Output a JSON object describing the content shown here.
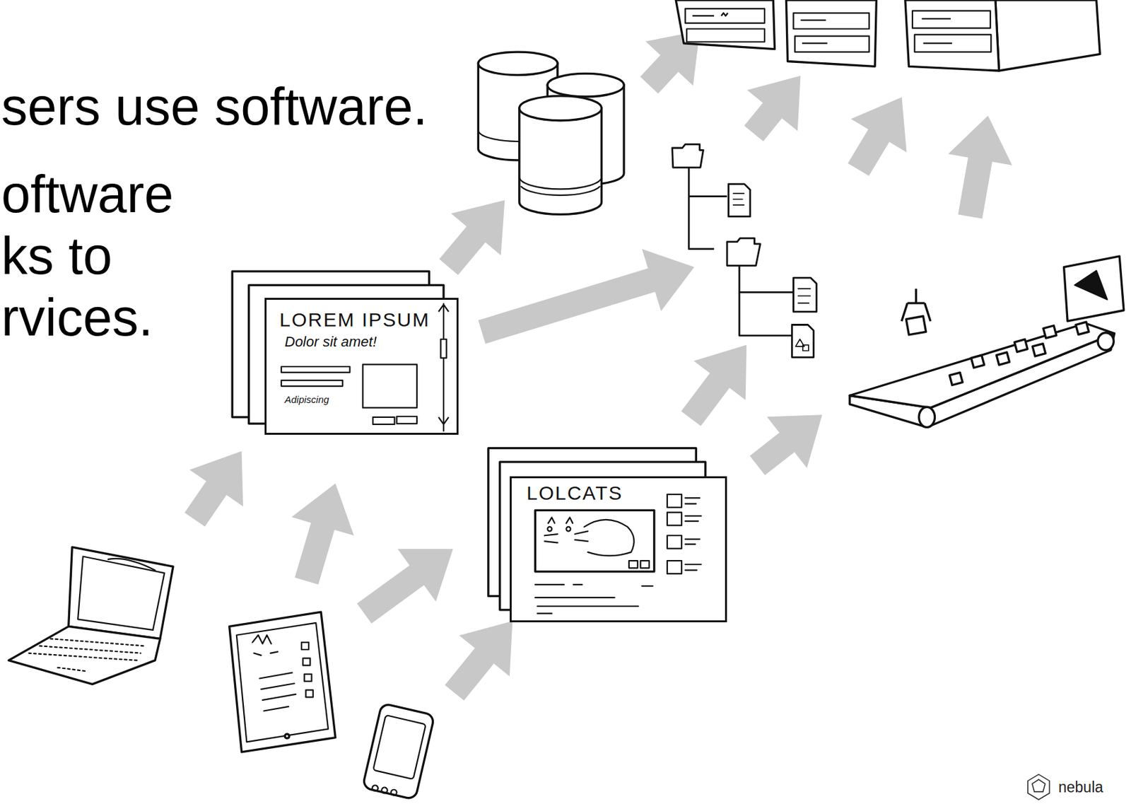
{
  "diagram": {
    "nodes": [
      {
        "text": [
          "LOREM IPSUM",
          "Dolor sit amet!",
          "Adipiscing"
        ]
      },
      {
        "text": [
          "LOLCATS"
        ]
      }
    ],
    "labels": [
      "sers use software.",
      "oftware ks to rvices.",
      "nebula"
    ]
  }
}
